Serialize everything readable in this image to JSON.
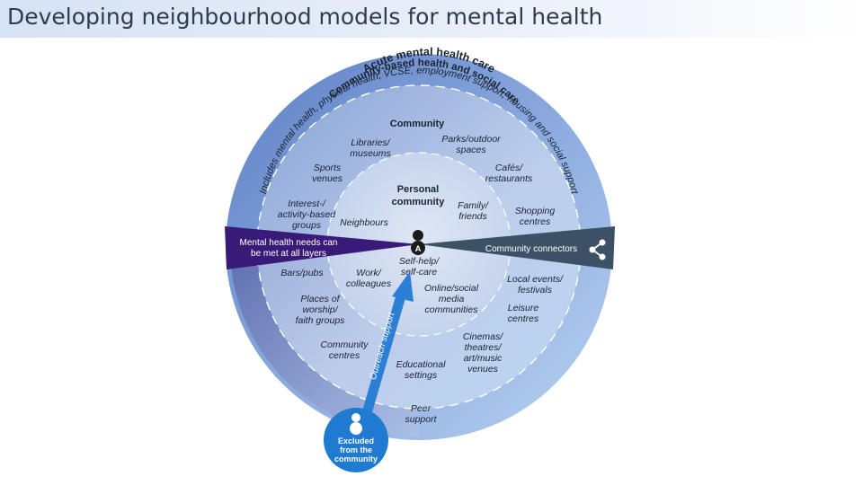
{
  "title": "Developing neighbourhood models for mental health",
  "rings": {
    "acute": "Acute mental health care",
    "community_based": "Community-based health and social care",
    "includes": "Includes mental health, physical health, VCSE, employment support, housing and social support"
  },
  "headers": {
    "community": "Community",
    "personal_line1": "Personal",
    "personal_line2": "community",
    "center_letter": "A"
  },
  "wedges": {
    "left_line1": "Mental health needs can",
    "left_line2": "be met at all layers",
    "right": "Community connectors"
  },
  "arrow": {
    "label": "Outreach support"
  },
  "excluded": {
    "line1": "Excluded",
    "line2": "from the",
    "line3": "community"
  },
  "labels": {
    "libraries_1": "Libraries/",
    "libraries_2": "museums",
    "parks_1": "Parks/outdoor",
    "parks_2": "spaces",
    "sports_1": "Sports",
    "sports_2": "venues",
    "cafes_1": "Cafés/",
    "cafes_2": "restaurants",
    "interest_1": "Interest-/",
    "interest_2": "activity-based",
    "interest_3": "groups",
    "neighbours": "Neighbours",
    "family_1": "Family/",
    "family_2": "friends",
    "shopping_1": "Shopping",
    "shopping_2": "centres",
    "selfhelp_1": "Self-help/",
    "selfhelp_2": "self-care",
    "bars": "Bars/pubs",
    "work_1": "Work/",
    "work_2": "colleagues",
    "local_1": "Local events/",
    "local_2": "festivals",
    "worship_1": "Places of",
    "worship_2": "worship/",
    "worship_3": "faith groups",
    "online_1": "Online/social",
    "online_2": "media",
    "online_3": "communities",
    "leisure_1": "Leisure",
    "leisure_2": "centres",
    "cinemas_1": "Cinemas/",
    "cinemas_2": "theatres/",
    "cinemas_3": "art/music",
    "cinemas_4": "venues",
    "cc_1": "Community",
    "cc_2": "centres",
    "edu_1": "Educational",
    "edu_2": "settings",
    "peer_1": "Peer",
    "peer_2": "support"
  },
  "colors": {
    "outer_blue": "#6f8fcd",
    "inner_blue": "#a9c4ea",
    "left_wedge": "#3a1a78",
    "right_wedge": "#3c5165",
    "arrow": "#2b7fd4",
    "excluded_circle": "#1f7ad0"
  },
  "icons": [
    "person-icon",
    "share-icon"
  ]
}
